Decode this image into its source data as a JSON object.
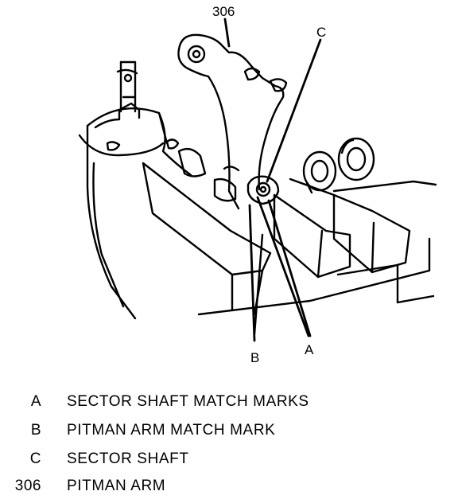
{
  "callouts": {
    "part_306": "306",
    "c": "C",
    "b": "B",
    "a": "A"
  },
  "legend": [
    {
      "key": "A",
      "text": "SECTOR SHAFT MATCH MARKS"
    },
    {
      "key": "B",
      "text": "PITMAN ARM MATCH MARK"
    },
    {
      "key": "C",
      "text": "SECTOR SHAFT"
    },
    {
      "key": "306",
      "text": "PITMAN ARM"
    }
  ]
}
